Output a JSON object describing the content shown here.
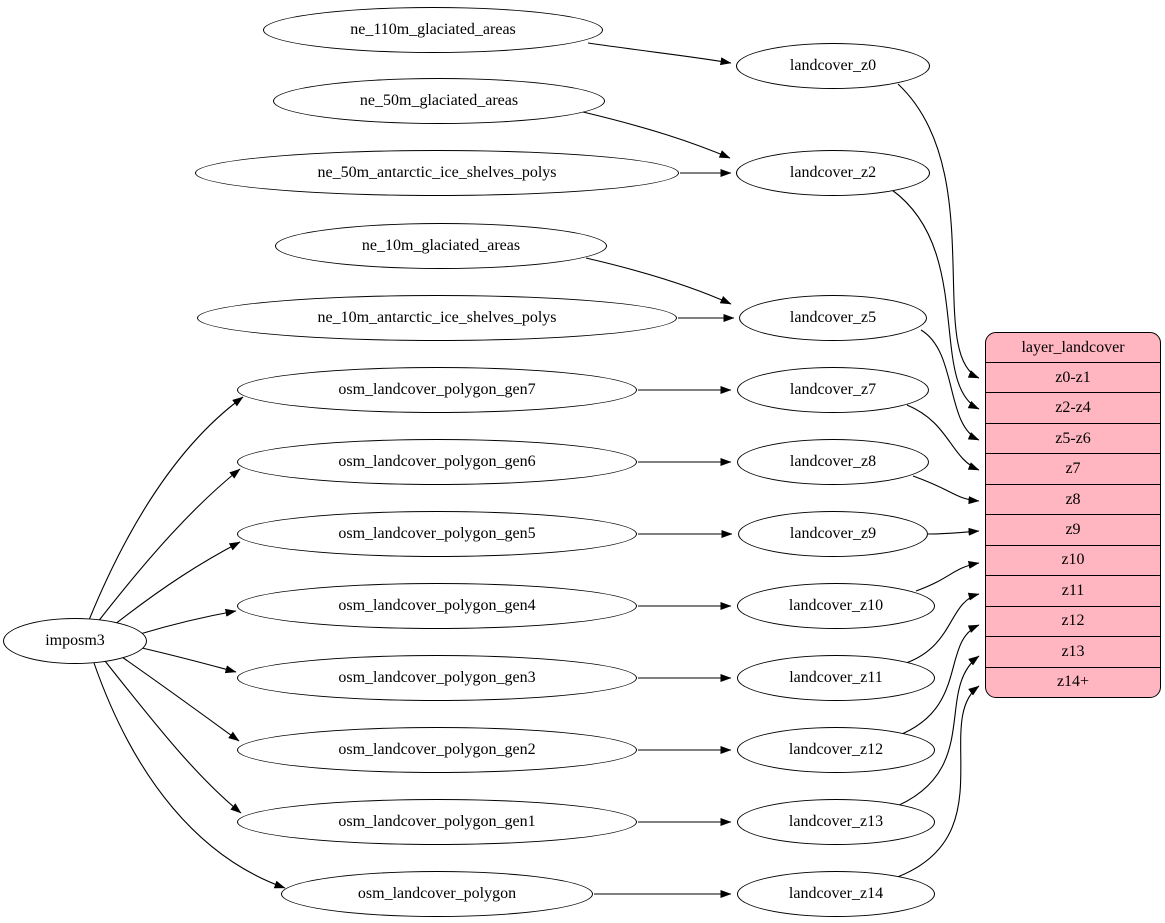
{
  "graph": {
    "imposm3": "imposm3",
    "sources": [
      "ne_110m_glaciated_areas",
      "ne_50m_glaciated_areas",
      "ne_50m_antarctic_ice_shelves_polys",
      "ne_10m_glaciated_areas",
      "ne_10m_antarctic_ice_shelves_polys",
      "osm_landcover_polygon_gen7",
      "osm_landcover_polygon_gen6",
      "osm_landcover_polygon_gen5",
      "osm_landcover_polygon_gen4",
      "osm_landcover_polygon_gen3",
      "osm_landcover_polygon_gen2",
      "osm_landcover_polygon_gen1",
      "osm_landcover_polygon"
    ],
    "stages": [
      "landcover_z0",
      "landcover_z2",
      "landcover_z5",
      "landcover_z7",
      "landcover_z8",
      "landcover_z9",
      "landcover_z10",
      "landcover_z11",
      "landcover_z12",
      "landcover_z13",
      "landcover_z14"
    ],
    "table": {
      "title": "layer_landcover",
      "rows": [
        "z0-z1",
        "z2-z4",
        "z5-z6",
        "z7",
        "z8",
        "z9",
        "z10",
        "z11",
        "z12",
        "z13",
        "z14+"
      ]
    },
    "edges": [
      {
        "from": "ne_110m_glaciated_areas",
        "to": "landcover_z0"
      },
      {
        "from": "ne_50m_glaciated_areas",
        "to": "landcover_z2"
      },
      {
        "from": "ne_50m_antarctic_ice_shelves_polys",
        "to": "landcover_z2"
      },
      {
        "from": "ne_10m_glaciated_areas",
        "to": "landcover_z5"
      },
      {
        "from": "ne_10m_antarctic_ice_shelves_polys",
        "to": "landcover_z5"
      },
      {
        "from": "imposm3",
        "to": "osm_landcover_polygon_gen7"
      },
      {
        "from": "imposm3",
        "to": "osm_landcover_polygon_gen6"
      },
      {
        "from": "imposm3",
        "to": "osm_landcover_polygon_gen5"
      },
      {
        "from": "imposm3",
        "to": "osm_landcover_polygon_gen4"
      },
      {
        "from": "imposm3",
        "to": "osm_landcover_polygon_gen3"
      },
      {
        "from": "imposm3",
        "to": "osm_landcover_polygon_gen2"
      },
      {
        "from": "imposm3",
        "to": "osm_landcover_polygon_gen1"
      },
      {
        "from": "imposm3",
        "to": "osm_landcover_polygon"
      },
      {
        "from": "osm_landcover_polygon_gen7",
        "to": "landcover_z7"
      },
      {
        "from": "osm_landcover_polygon_gen6",
        "to": "landcover_z8"
      },
      {
        "from": "osm_landcover_polygon_gen5",
        "to": "landcover_z9"
      },
      {
        "from": "osm_landcover_polygon_gen4",
        "to": "landcover_z10"
      },
      {
        "from": "osm_landcover_polygon_gen3",
        "to": "landcover_z11"
      },
      {
        "from": "osm_landcover_polygon_gen2",
        "to": "landcover_z12"
      },
      {
        "from": "osm_landcover_polygon_gen1",
        "to": "landcover_z13"
      },
      {
        "from": "osm_landcover_polygon",
        "to": "landcover_z14"
      },
      {
        "from": "landcover_z0",
        "to": "layer_landcover.z0-z1"
      },
      {
        "from": "landcover_z2",
        "to": "layer_landcover.z2-z4"
      },
      {
        "from": "landcover_z5",
        "to": "layer_landcover.z5-z6"
      },
      {
        "from": "landcover_z7",
        "to": "layer_landcover.z7"
      },
      {
        "from": "landcover_z8",
        "to": "layer_landcover.z8"
      },
      {
        "from": "landcover_z9",
        "to": "layer_landcover.z9"
      },
      {
        "from": "landcover_z10",
        "to": "layer_landcover.z10"
      },
      {
        "from": "landcover_z11",
        "to": "layer_landcover.z11"
      },
      {
        "from": "landcover_z12",
        "to": "layer_landcover.z12"
      },
      {
        "from": "landcover_z13",
        "to": "layer_landcover.z13"
      },
      {
        "from": "landcover_z14",
        "to": "layer_landcover.z14+"
      }
    ]
  },
  "colors": {
    "table_fill": "#ffb6c1",
    "node_fill": "#ffffff",
    "stroke": "#000000"
  }
}
